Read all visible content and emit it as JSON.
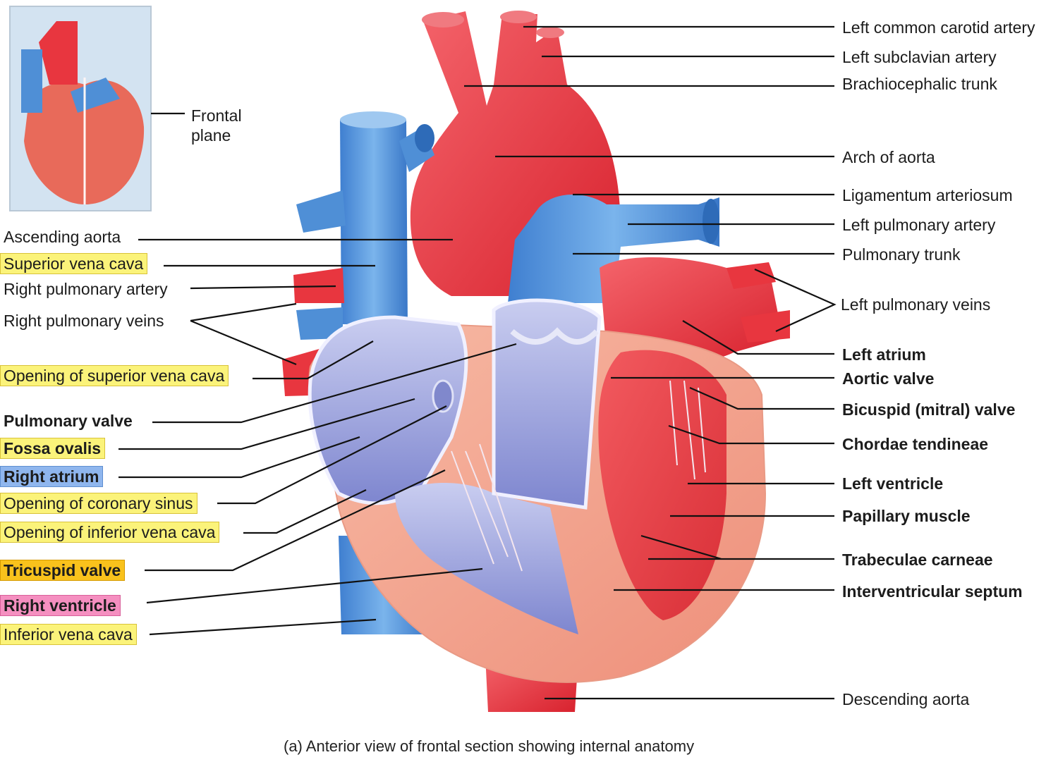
{
  "inset": {
    "label_line1": "Frontal",
    "label_line2": "plane"
  },
  "left_labels": {
    "ascending_aorta": "Ascending aorta",
    "superior_vena_cava": "Superior vena cava",
    "right_pulmonary_artery": "Right pulmonary artery",
    "right_pulmonary_veins": "Right pulmonary veins",
    "opening_superior_vena_cava": "Opening of superior vena cava",
    "pulmonary_valve": "Pulmonary valve",
    "fossa_ovalis": "Fossa ovalis",
    "right_atrium": "Right atrium",
    "opening_coronary_sinus": "Opening of coronary sinus",
    "opening_inferior_vena_cava": "Opening of inferior vena cava",
    "tricuspid_valve": "Tricuspid valve",
    "right_ventricle": "Right ventricle",
    "inferior_vena_cava": "Inferior vena cava"
  },
  "right_labels": {
    "left_common_carotid_artery": "Left common carotid artery",
    "left_subclavian_artery": "Left subclavian artery",
    "brachiocephalic_trunk": "Brachiocephalic trunk",
    "arch_of_aorta": "Arch of aorta",
    "ligamentum_arteriosum": "Ligamentum arteriosum",
    "left_pulmonary_artery": "Left pulmonary artery",
    "pulmonary_trunk": "Pulmonary trunk",
    "left_pulmonary_veins": "Left pulmonary veins",
    "left_atrium": "Left atrium",
    "aortic_valve": "Aortic valve",
    "bicuspid_valve": "Bicuspid (mitral) valve",
    "chordae_tendineae": "Chordae tendineae",
    "left_ventricle": "Left ventricle",
    "papillary_muscle": "Papillary muscle",
    "trabeculae_carneae": "Trabeculae carneae",
    "interventricular_septum": "Interventricular septum",
    "descending_aorta": "Descending aorta"
  },
  "caption": "(a) Anterior view of frontal section showing internal anatomy",
  "colors": {
    "artery_red": "#e8363f",
    "vein_blue": "#4f8fd6",
    "chamber_lilac": "#9aa0dc",
    "myocardium_pink": "#f2a38c",
    "highlight_yellow": "#fbf37a",
    "highlight_orange": "#f9c21c",
    "highlight_blue": "#8fb6ee",
    "highlight_pink": "#f58fc0"
  }
}
